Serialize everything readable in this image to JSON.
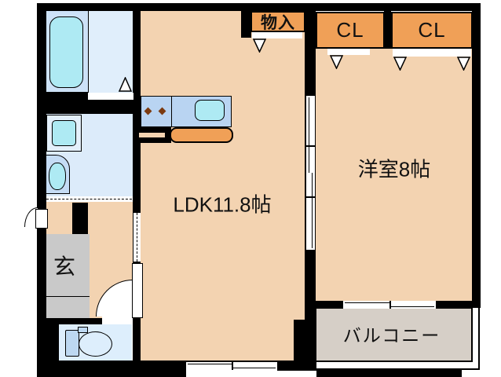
{
  "labels": {
    "storage": "物入",
    "closet_left": "CL",
    "closet_right": "CL",
    "western_room": "洋室8帖",
    "ldk": "LDK11.8帖",
    "entrance": "玄",
    "balcony": "バルコニー"
  },
  "colors": {
    "wall": "#000000",
    "room-peach": "#f3d3b1",
    "closet-orange": "#f0a057",
    "balcony-gray": "#d6cfc7",
    "genkan-gray": "#c9c9c9",
    "bath-blue": "#cde2f7",
    "bath-blue-light": "#e0eefb",
    "wash-blue": "#dcebfa",
    "toilet-blue": "#ddeefc",
    "fixture-cyan": "#aeeaf3",
    "counter-blue": "#b9d4f2",
    "fixture-blue": "#bdd8f1",
    "washer-outer": "#e4f0fb",
    "vanity-blue": "#c5dcf5",
    "burner-brown": "#7b3a10"
  }
}
